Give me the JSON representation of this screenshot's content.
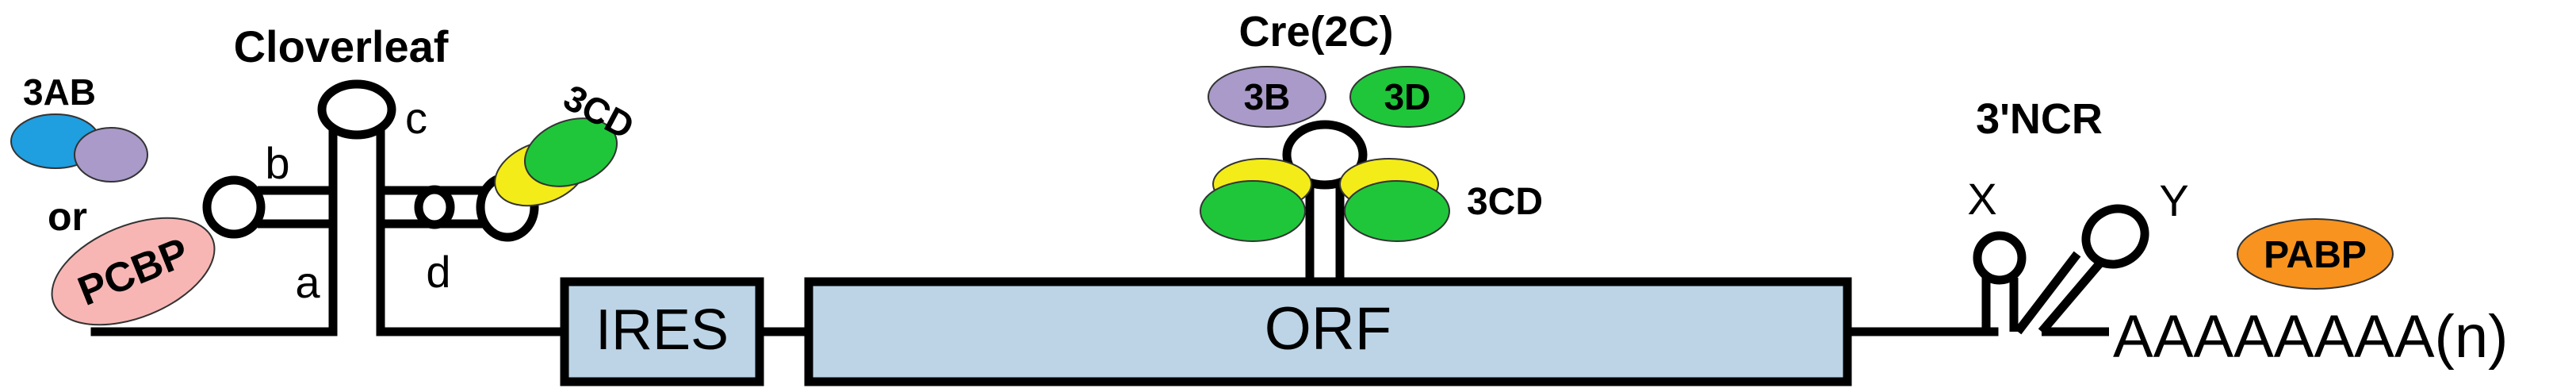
{
  "labels": {
    "cloverleaf": "Cloverleaf",
    "c": "c",
    "b": "b",
    "a": "a",
    "d": "d",
    "ires": "IRES",
    "orf": "ORF",
    "cre": "Cre(2C)",
    "ncr3": "3'NCR",
    "x": "X",
    "y": "Y",
    "polya": "AAAAAAAA(n)"
  },
  "proteins": {
    "ab3": "3AB",
    "or": "or",
    "pcbp": "PCBP",
    "cd3_left": "3CD",
    "b3": "3B",
    "d3": "3D",
    "cd3_center": "3CD",
    "pabp": "PABP"
  },
  "colors": {
    "blue": "#1f9ee0",
    "lavender": "#a99ac9",
    "pink": "#f7b6b4",
    "green": "#1fc63a",
    "yellow": "#f3ec18",
    "orange": "#f7931e",
    "box_fill": "#bcd4e6",
    "line": "#000000"
  }
}
